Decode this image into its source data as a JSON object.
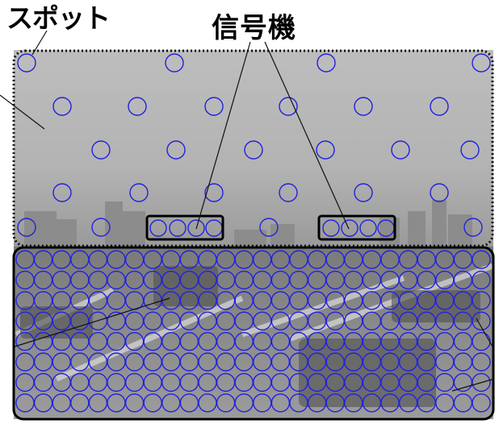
{
  "labels": {
    "spot": "スポット",
    "signal": "信号機"
  },
  "colors": {
    "circle_stroke": "#2222dd",
    "sky": "#b8b8b8",
    "road": "#8a8a8a",
    "box_stroke": "#000000",
    "leader_line": "#111111"
  },
  "regions": [
    {
      "name": "upper-sky-region",
      "border": "dotted"
    },
    {
      "name": "lower-road-region",
      "border": "solid"
    }
  ],
  "highlight_boxes": [
    {
      "name": "signal-box-left",
      "spots": 4
    },
    {
      "name": "signal-box-right",
      "spots": 4
    }
  ],
  "upper_spot_rows": 5,
  "lower_spot_grid": {
    "rows": 8,
    "cols": 26
  }
}
